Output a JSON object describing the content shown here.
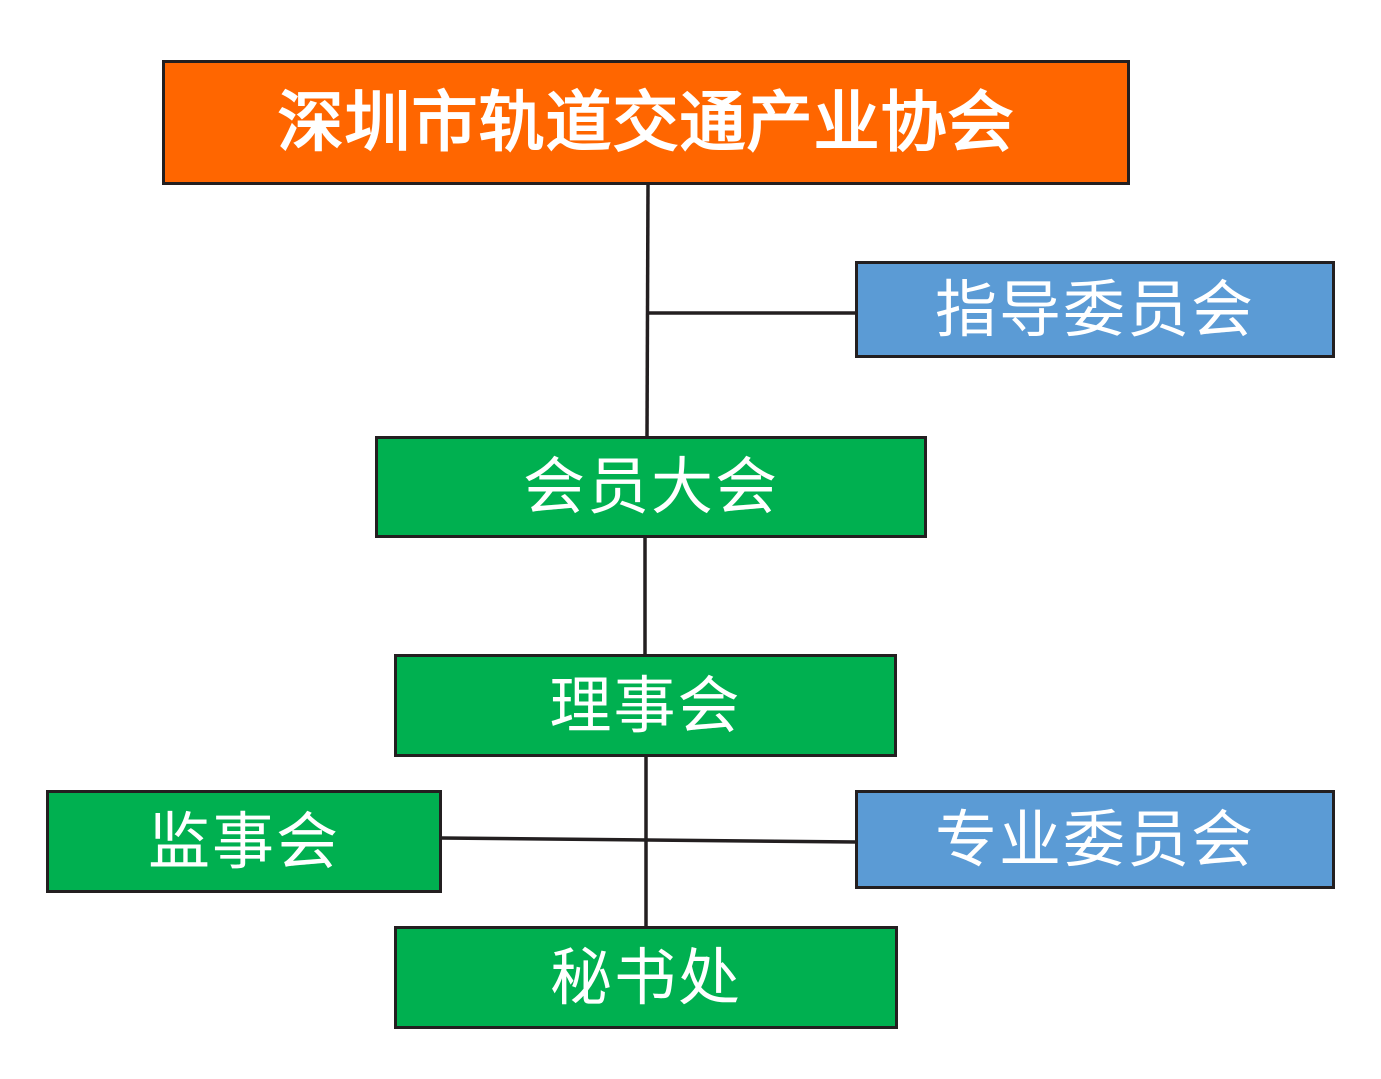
{
  "org_chart": {
    "root": {
      "label": "深圳市轨道交通产业协会"
    },
    "guidance_committee": {
      "label": "指导委员会"
    },
    "general_assembly": {
      "label": "会员大会"
    },
    "council": {
      "label": "理事会"
    },
    "supervisory_board": {
      "label": "监事会"
    },
    "specialized_committees": {
      "label": "专业委员会"
    },
    "secretariat": {
      "label": "秘书处"
    }
  },
  "colors": {
    "root_fill": "#FF6600",
    "committee_fill": "#5B9BD5",
    "body_fill": "#00B050",
    "label_text": "#FFFFFF",
    "outline": "#231F20",
    "background": "#FFFFFF"
  }
}
